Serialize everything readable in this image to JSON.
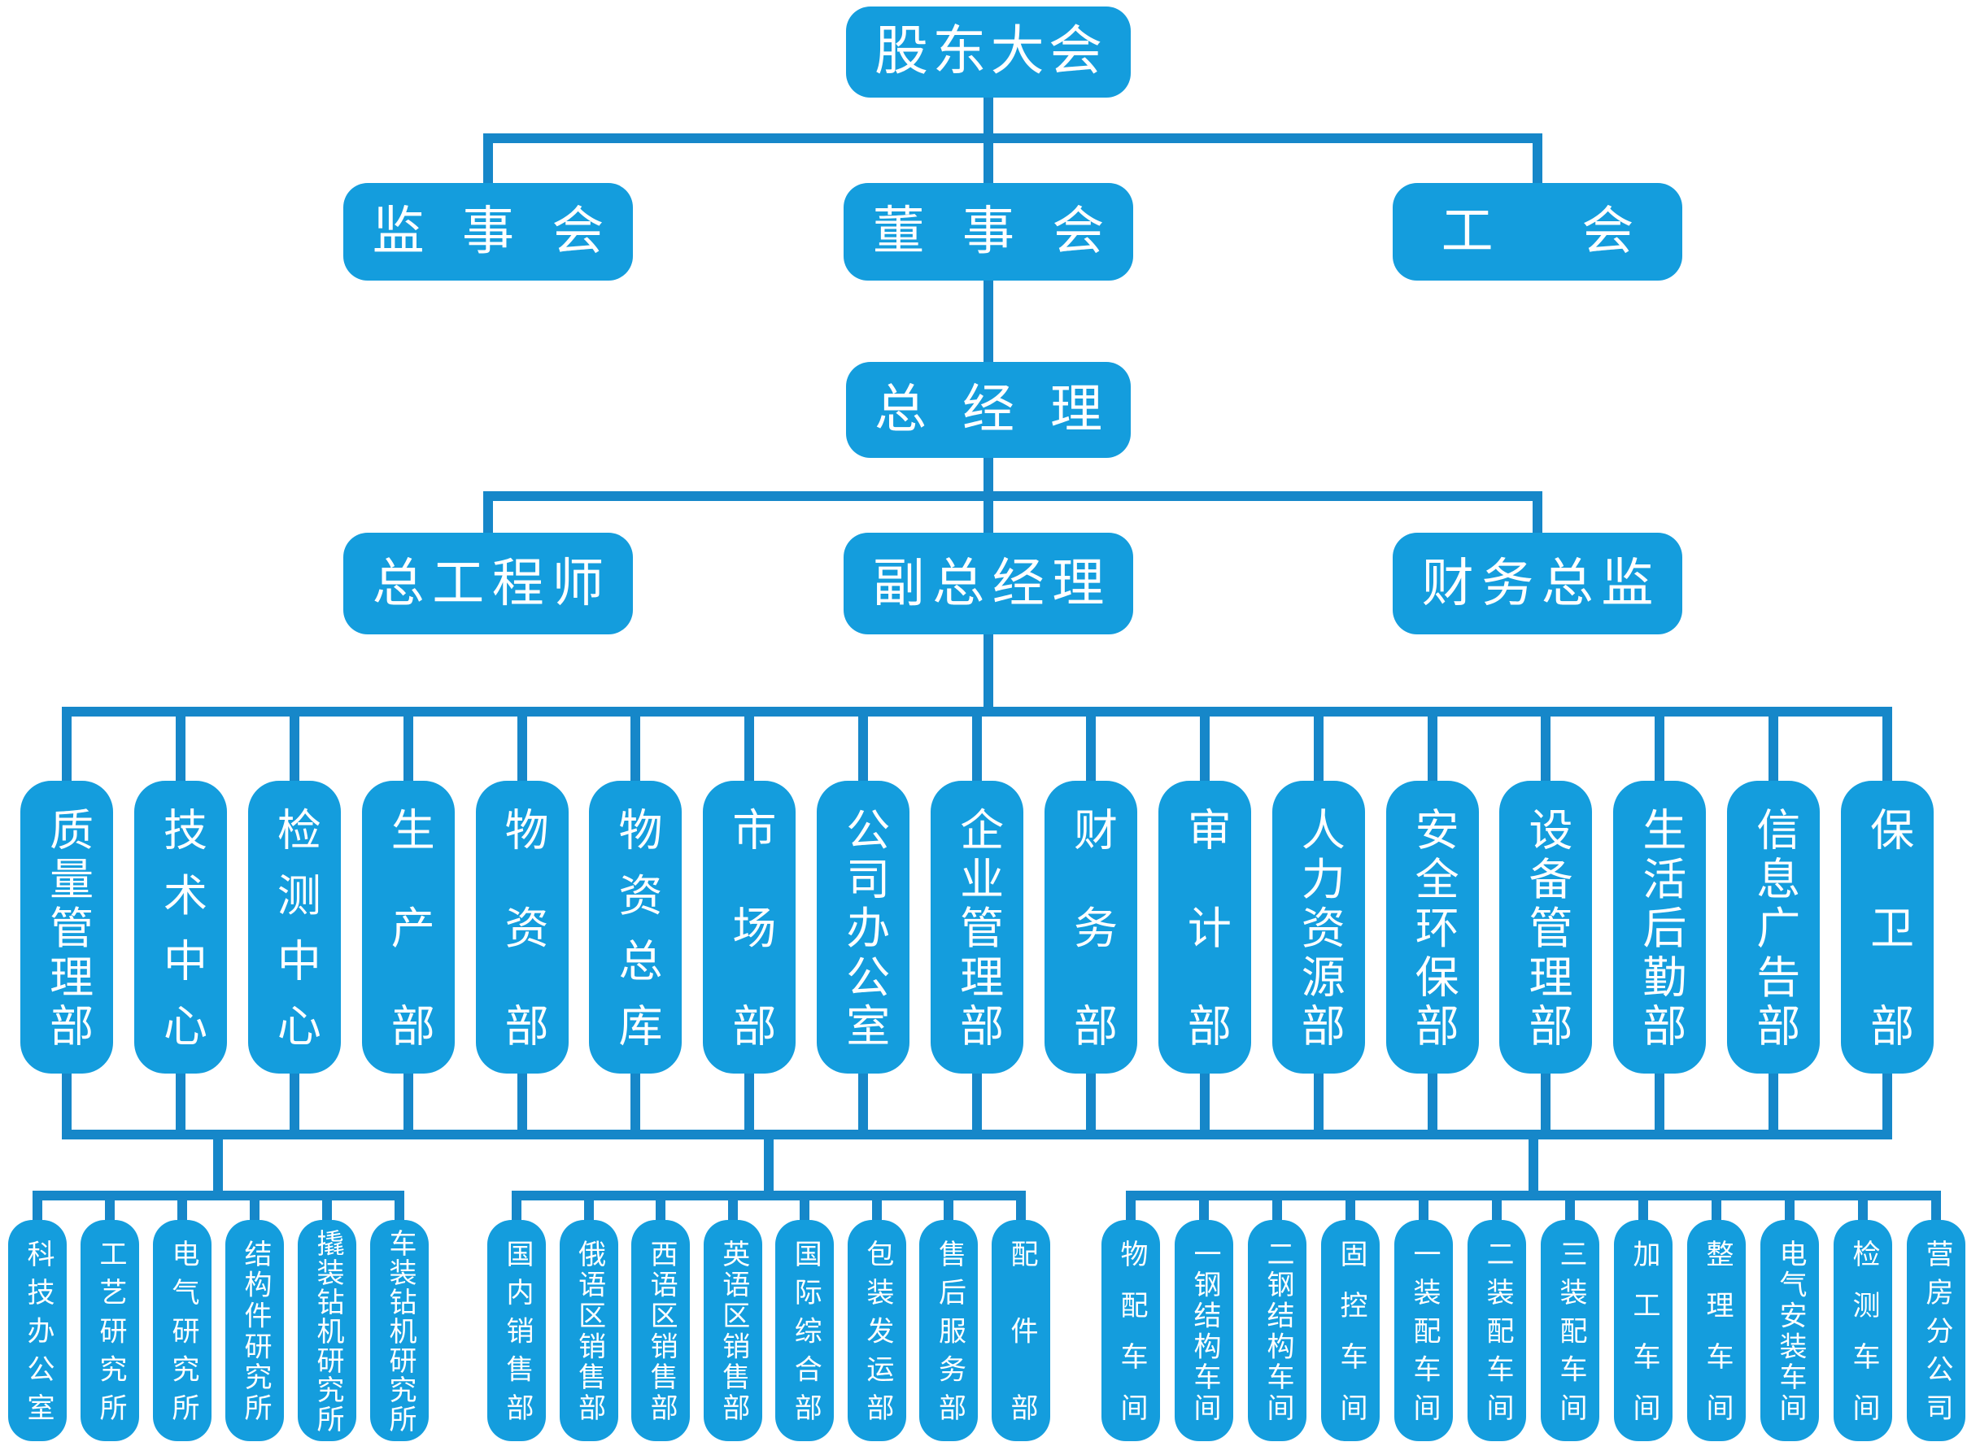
{
  "colors": {
    "background": "#ffffff",
    "box": "#149ddd",
    "line": "#1687c9",
    "text": "#ffffff"
  },
  "org": {
    "level1": [
      "股东大会"
    ],
    "level2": [
      "监事会",
      "董事会",
      "工 会"
    ],
    "level3": [
      "总经理"
    ],
    "level4": [
      "总工程师",
      "副总经理",
      "财务总监"
    ],
    "level5": [
      "质量管理部",
      "技术中心",
      "检测中心",
      "生产部",
      "物资部",
      "物资总库",
      "市场部",
      "公司办公室",
      "企业管理部",
      "财务部",
      "审计部",
      "人力资源部",
      "安全环保部",
      "设备管理部",
      "生活后勤部",
      "信息广告部",
      "保卫部"
    ],
    "level6": {
      "research_institutes": [
        "科技办公室",
        "工艺研究所",
        "电气研究所",
        "结构件研究所",
        "撬装钻机研究所",
        "车装钻机研究所"
      ],
      "sales_departments": [
        "国内销售部",
        "俄语区销售部",
        "西语区销售部",
        "英语区销售部",
        "国际综合部",
        "包装发运部",
        "售后服务部",
        "配件部"
      ],
      "workshops": [
        "物配车间",
        "一钢结构车间",
        "二钢结构车间",
        "固控车间",
        "一装配车间",
        "二装配车间",
        "三装配车间",
        "加工车间",
        "整理车间",
        "电气安装车间",
        "检测车间",
        "营房分公司"
      ]
    }
  }
}
